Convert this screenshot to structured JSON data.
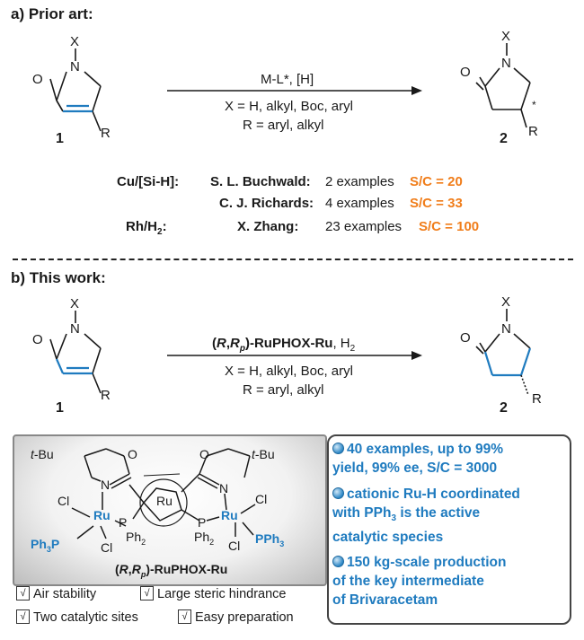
{
  "section_a": {
    "title": "a) Prior art:",
    "reagent": "M-L*, [H]",
    "cond1": "X = H, alkyl, Boc, aryl",
    "cond2": "R = aryl, alkyl",
    "sm_label": "1",
    "prod_label": "2",
    "sm_atoms": {
      "X": "X",
      "N": "N",
      "O": "O",
      "R": "R"
    },
    "prod_atoms": {
      "X": "X",
      "N": "N",
      "O": "O",
      "R": "R",
      "star": "*"
    },
    "rows": [
      {
        "catalyst": "Cu/[Si-H]:",
        "author": "S. L. Buchwald:",
        "examples": "2 examples",
        "sc": "S/C = 20"
      },
      {
        "catalyst": "",
        "author": "C. J. Richards:",
        "examples": "4 examples",
        "sc": "S/C = 33"
      },
      {
        "catalyst_main": "Rh/H",
        "catalyst_sub": "2",
        "catalyst_end": ":",
        "author": "X. Zhang:",
        "examples": "23 examples",
        "sc": "S/C = 100"
      }
    ]
  },
  "section_b": {
    "title": "b) This work:",
    "reagent_open": "(",
    "reagent_R": "R",
    "reagent_comma": ",",
    "reagent_Rp": "R",
    "reagent_p": "p",
    "reagent_close": ")-RuPHOX-Ru",
    "reagent_h2": ", H",
    "reagent_h2_sub": "2",
    "cond1": "X = H, alkyl, Boc, aryl",
    "cond2": "R = aryl, alkyl",
    "sm_label": "1",
    "prod_label": "2",
    "catalyst_struct": {
      "tBu_left": "t-Bu",
      "tBu_right": "t-Bu",
      "O_left": "O",
      "O_right": "O",
      "N_left": "N",
      "N_right": "N",
      "Cl1": "Cl",
      "Cl2": "Cl",
      "Cl3": "Cl",
      "Cl4": "Cl",
      "Ru_left": "Ru",
      "Ru_right": "Ru",
      "Ru_center": "Ru",
      "P_left": "P",
      "P_right": "P",
      "PPh3_left": "Ph",
      "PPh3_left_sub": "3",
      "PPh3_left_P": "P",
      "PPh3_right": "PPh",
      "PPh3_right_sub": "3",
      "Ph2_left": "Ph",
      "Ph2_right": "Ph",
      "Ph2_sub": "2"
    },
    "catalyst_name_open": "(",
    "catalyst_name_R": "R",
    "catalyst_name_comma": ",",
    "catalyst_name_Rp": "R",
    "catalyst_name_p": "p",
    "catalyst_name_close": ")-RuPHOX-Ru",
    "checks": [
      {
        "mark": "√",
        "label": "Air stability"
      },
      {
        "mark": "√",
        "label": "Large steric hindrance"
      },
      {
        "mark": "√",
        "label": "Two catalytic sites"
      },
      {
        "mark": "√",
        "label": "Easy preparation"
      }
    ],
    "info": {
      "b1_l1": "40 examples, up to 99%",
      "b1_l2": "yield, 99% ee, S/C = 3000",
      "b2_l1": "cationic Ru-H coordinated",
      "b2_l2_a": "with PPh",
      "b2_l2_sub": "3",
      "b2_l2_b": " is the active",
      "b2_l3": "catalytic species",
      "b3_l1": "150 kg-scale production",
      "b3_l2": "of the key intermediate",
      "b3_l3": "of Brivaracetam"
    },
    "colors": {
      "accent_orange": "#f07d1a",
      "accent_blue": "#1f7bbf"
    }
  }
}
